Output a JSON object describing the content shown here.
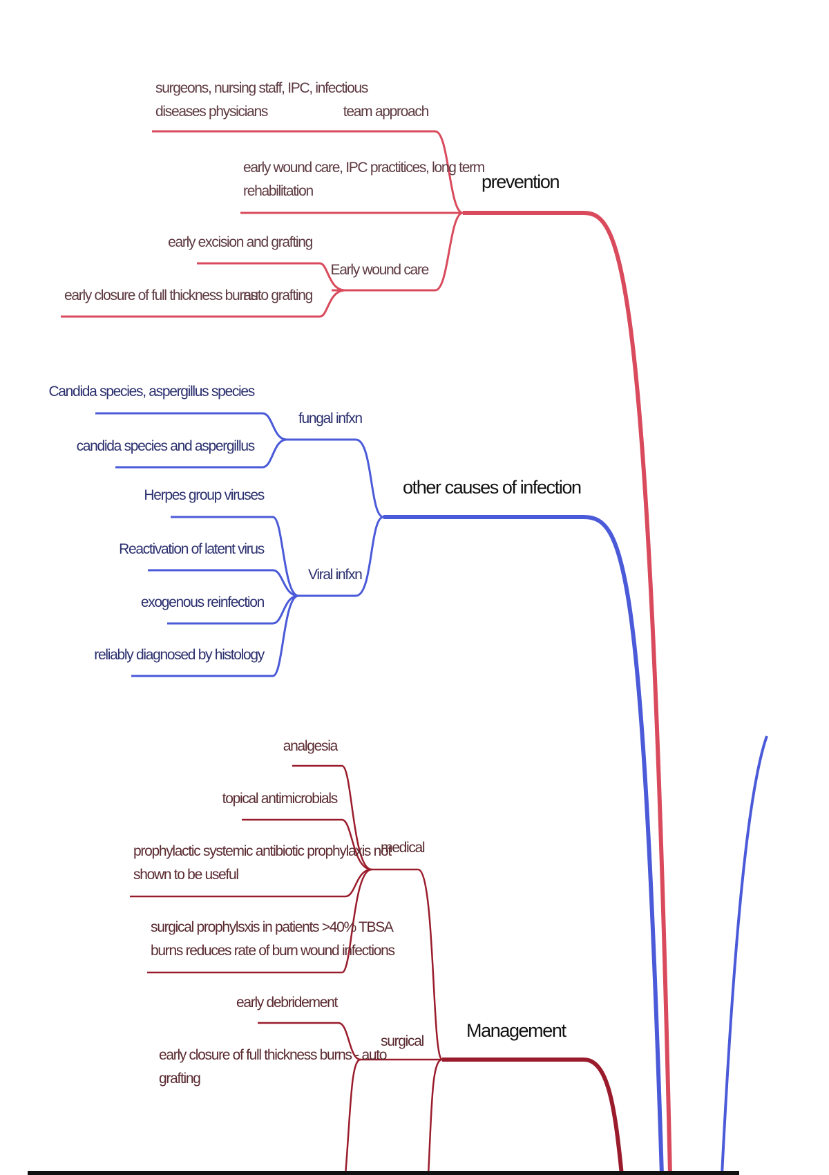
{
  "colors": {
    "prevention": "#d94a5c",
    "other_causes": "#4a5ad8",
    "management": "#9a1c2c"
  },
  "prevention": {
    "label": "prevention",
    "team_approach": {
      "label": "team approach",
      "detail": [
        "surgeons, nursing staff, IPC, infectious",
        "diseases physicians"
      ]
    },
    "practices": [
      "early wound care, IPC practitices, long term",
      "rehabilitation"
    ],
    "early_wound_care": {
      "label": "Early wound care",
      "children": [
        "early excision and grafting",
        "auto grafting"
      ],
      "auto_grafting_detail": "early closure of full thickness burns"
    }
  },
  "other_causes": {
    "label": "other causes of infection",
    "fungal": {
      "label": "fungal infxn",
      "children": [
        "Candida species, aspergillus species",
        "candida species and aspergillus"
      ]
    },
    "viral": {
      "label": "Viral infxn",
      "children": [
        "Herpes group viruses",
        "Reactivation of latent virus",
        "exogenous reinfection",
        "reliably diagnosed by histology"
      ]
    }
  },
  "management": {
    "label": "Management",
    "medical": {
      "label": "medical",
      "children": [
        "analgesia",
        "topical antimicrobials"
      ],
      "prophylactic": [
        "prophylactic systemic antibiotic prophylaxis not",
        "shown to be useful"
      ],
      "surgical_prophylaxis": [
        "surgical prophylsxis in patients >40% TBSA",
        "burns reduces rate of burn wound infections"
      ]
    },
    "surgical": {
      "label": "surgical",
      "children": [
        "early debridement"
      ],
      "closure": [
        "early closure of full thickness burns - auto",
        "grafting"
      ]
    }
  }
}
